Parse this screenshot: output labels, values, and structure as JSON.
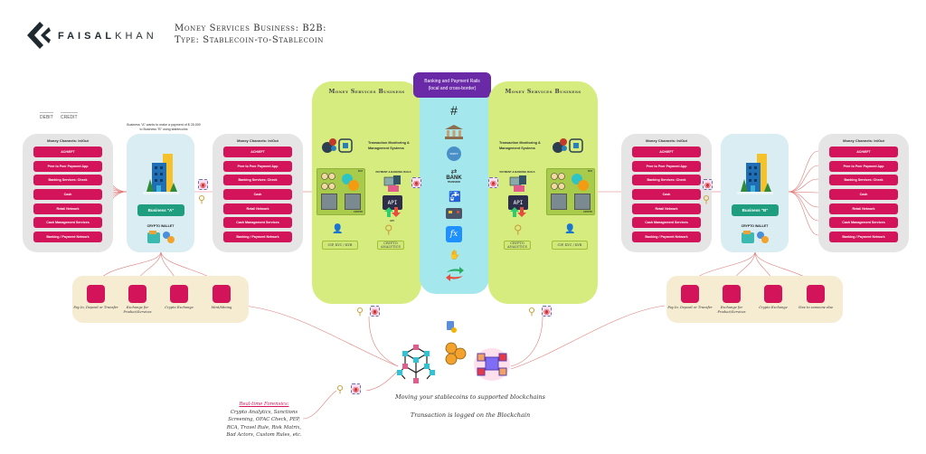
{
  "brand": {
    "name_bold": "FAISAL",
    "name_light": "KHAN",
    "logo_icon": "chevron-double-left-icon"
  },
  "title": {
    "line1": "Money Services Business: B2B:",
    "line2": "Type: Stablecoin-to-Stablecoin"
  },
  "legend": {
    "debit": "DEBIT",
    "credit": "CREDIT"
  },
  "payment_note": "Business \"A\" wants to make a payment of $ 25,000 to Business \"B\" using stablecoins",
  "money_channels": {
    "header": "Money Channels: In/Out",
    "items": [
      "ACH/EFT",
      "Peer to Peer Payment App",
      "Banking Services: Check",
      "Cash",
      "Retail Network",
      "Cash Management Services",
      "Banking / Payment Network"
    ]
  },
  "business_a": {
    "label": "Business \"A\"",
    "wallet_label": "CRYPTO WALLET"
  },
  "business_b": {
    "label": "Business \"B\"",
    "wallet_label": "CRYPTO WALLET"
  },
  "msb": {
    "header": "Money Services Business",
    "tx_monitoring": "Transaction Monitoring & Management Systems",
    "payment_rails_label": "PAYMENT & BANKING RAILS",
    "fiat_label": "FIAT",
    "crypto_label": "CRYPTO",
    "api_label": "API",
    "cip_label": "CIP, KYC / KYB",
    "analytics_label": "CRYPTO ANALYTICS"
  },
  "rails": {
    "header_line1": "Banking and Payment Rails",
    "header_line2": "(local and cross-border)",
    "icons": [
      "rail-tracks-icon",
      "bank-icon",
      "swift-icon",
      "bank-transfer-icon",
      "faucet-icon",
      "credit-card-icon",
      "fx-icon",
      "payment-hand-icon",
      "exchange-arrows-icon"
    ],
    "bank_transfer_text": "BANK",
    "bank_transfer_sub": "TRANSFER",
    "swift_text": "SWIFT",
    "fx_text": "fx"
  },
  "ecosystem_left": {
    "items": [
      {
        "label": "Pay In, Deposit or Transfer",
        "icon": "cash-hand-icon"
      },
      {
        "label": "Exchange for Product/Services",
        "icon": "exchange-goods-icon"
      },
      {
        "label": "Crypto Exchange",
        "icon": "crypto-exchange-icon"
      },
      {
        "label": "Mint/Mining",
        "icon": "mining-icon"
      }
    ]
  },
  "ecosystem_right": {
    "items": [
      {
        "label": "Pay In, Deposit or Transfer",
        "icon": "cash-hand-icon"
      },
      {
        "label": "Exchange for Product/Services",
        "icon": "exchange-goods-icon"
      },
      {
        "label": "Crypto Exchange",
        "icon": "crypto-exchange-icon"
      },
      {
        "label": "Give to someone else",
        "icon": "person-icon"
      }
    ]
  },
  "blockchain": {
    "caption1": "Moving your stablecoins to supported blockchains",
    "caption2": "Transaction is logged on the Blockchain"
  },
  "forensics": {
    "title": "Real-time Forensics:",
    "body": "Crypto Analytics, Sanctions Screening, OFAC Check, PEP, RCA, Travel Rule, Risk Matrix, Bad Actors, Custom Rules, etc."
  },
  "colors": {
    "channel_pink": "#d4145a",
    "msb_green": "#d7ec7e",
    "rails_cyan": "#a4e8ed",
    "rails_header_purple": "#6a2aa8",
    "business_blue": "#d9edf2",
    "business_button": "#1e9e7e",
    "eco_beige": "#f5ecd1",
    "line_red": "#e07a7a"
  }
}
